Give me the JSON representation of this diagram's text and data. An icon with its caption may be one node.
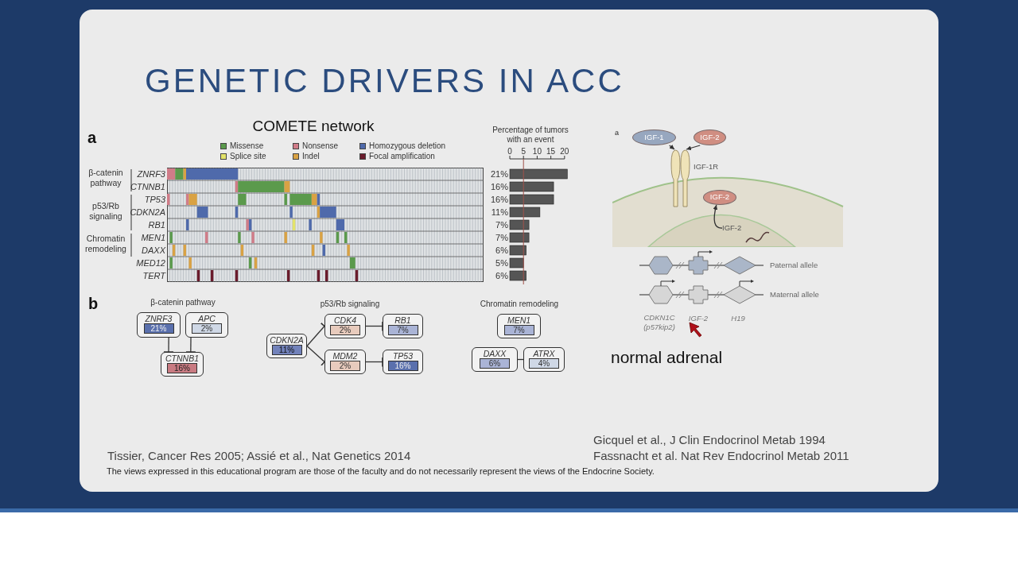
{
  "diagram": {
    "title": "GENETIC DRIVERS IN ACC",
    "nodes": [
      {
        "text": [
          "ZNRF3",
          "21%"
        ]
      },
      {
        "text": [
          "APC",
          "2%"
        ]
      },
      {
        "text": [
          "CTNNB1",
          "16%"
        ]
      },
      {
        "text": [
          "CDKN2A",
          "11%"
        ]
      },
      {
        "text": [
          "CDK4",
          "2%"
        ]
      },
      {
        "text": [
          "RB1",
          "7%"
        ]
      },
      {
        "text": [
          "MDM2",
          "2%"
        ]
      },
      {
        "text": [
          "TP53",
          "16%"
        ]
      },
      {
        "text": [
          "MEN1",
          "7%"
        ]
      },
      {
        "text": [
          "DAXX",
          "6%"
        ]
      },
      {
        "text": [
          "ATRX",
          "4%"
        ]
      },
      {
        "text": [
          "IGF-1"
        ]
      },
      {
        "text": [
          "IGF-2"
        ]
      },
      {
        "text": [],
        "shape": "picture",
        "beside": [
          "IGF-1R"
        ]
      },
      {
        "text": [
          "IGF-2"
        ]
      },
      {
        "text": [
          "IGF-2"
        ]
      }
    ],
    "edges": [
      {
        "from": 0,
        "to": 2,
        "arrow": "other"
      },
      {
        "from": 1,
        "to": 2,
        "arrow": "other"
      },
      {
        "from": 3,
        "to": 4,
        "arrow": "other"
      },
      {
        "from": 3,
        "to": 6,
        "arrow": "other"
      },
      {
        "from": 4,
        "to": 5,
        "arrow": "other"
      },
      {
        "from": 6,
        "to": 7,
        "arrow": "other"
      },
      {
        "from": 9,
        "to": 10,
        "arrow": "none"
      },
      {
        "from": 11,
        "to": 13,
        "arrow": "to"
      },
      {
        "from": 12,
        "to": 13,
        "arrow": "to"
      },
      {
        "from": 15,
        "to": 14,
        "arrow": "to"
      }
    ],
    "labels": [
      "a",
      "COMETE network",
      "β-catenin pathway",
      "p53/Rb signaling",
      "Chromatin remodeling",
      "a",
      "b",
      "β-catenin pathway",
      "p53/Rb signaling",
      "Chromatin remodeling",
      "Paternal allele",
      "Maternal allele",
      "CDKN1C (p57kip2)",
      "IGF-2",
      "H19",
      "normal adrenal",
      "Gicquel et al., J Clin Endocrinol Metab 1994",
      "Tissier, Cancer Res 2005; Assié et al., Nat Genetics 2014",
      "Fassnacht et al. Nat Rev Endocrinol Metab 2011",
      "The views expressed in this educational program are those of the faculty and do not necessarily represent the views of the Endocrine Society.",
      "ZNRF3",
      "CTNNB1",
      "TP53",
      "CDKN2A",
      "RB1",
      "MEN1",
      "DAXX",
      "MED12",
      "TERT"
    ],
    "legend": [
      {
        "text": "Missense",
        "color": "#5b9a4c"
      },
      {
        "text": "Nonsense",
        "color": "#d07c88"
      },
      {
        "text": "Homozygous deletion",
        "color": "#4f6aab"
      },
      {
        "text": "Splice site",
        "color": "#e3e36a"
      },
      {
        "text": "Indel",
        "color": "#d9a244"
      },
      {
        "text": "Focal amplification",
        "color": "#6a1c2c"
      }
    ],
    "chart_data": {
      "type": "bar",
      "orientation": "horizontal",
      "title": "Percentage of tumors with an event",
      "series": [
        {
          "color": "#555555",
          "values": [
            21,
            16,
            16,
            11,
            7,
            7,
            6,
            5,
            6
          ]
        }
      ],
      "xlim": [
        0,
        21.5
      ],
      "xticks": [
        0,
        5,
        10,
        15,
        20
      ],
      "value_labels": [
        "21%",
        "16%",
        "16%",
        "11%",
        "7%",
        "7%",
        "6%",
        "5%",
        "6%"
      ],
      "ref_lines": [
        {
          "axis": "x",
          "value": 5
        }
      ]
    }
  }
}
